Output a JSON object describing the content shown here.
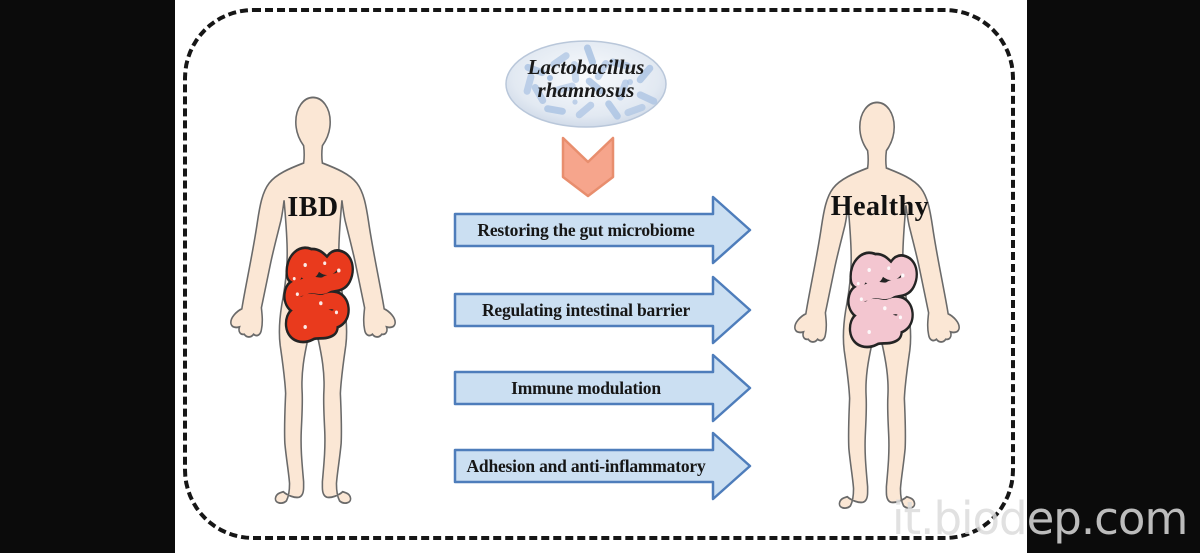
{
  "probiotic": {
    "line1": "Lactobacillus",
    "line2": "rhamnosus"
  },
  "patients": {
    "ibd_label": "IBD",
    "healthy_label": "Healthy"
  },
  "mechanisms": [
    {
      "label": "Restoring the gut microbiome"
    },
    {
      "label": "Regulating intestinal barrier"
    },
    {
      "label": "Immune modulation"
    },
    {
      "label": "Adhesion and anti-inflammatory"
    }
  ],
  "watermark": {
    "text": "it.biodep.com"
  },
  "icons": {
    "probiotic_oval": "bacteria-ellipse-icon",
    "down_arrow": "chevron-down-icon",
    "mechanism_arrow": "arrow-right-icon",
    "ibd_gut": "inflamed-intestine-icon",
    "healthy_gut": "healthy-intestine-icon"
  },
  "colors": {
    "background": "#0B0B0B",
    "panel": "#FFFFFF",
    "dashed_border": "#161616",
    "skin": "#FBE7D5",
    "body_outline": "#6A6A6A",
    "arrow_fill": "#CBDFF2",
    "arrow_border": "#4E7DBB",
    "chevron_fill": "#F6A58C",
    "chevron_border": "#E88E6E",
    "ibd_intestine": "#E93A1D",
    "healthy_intestine": "#F3C6D0",
    "bacteria_rod": "#A9C2E2",
    "watermark_gray": "#DCDCDC"
  }
}
